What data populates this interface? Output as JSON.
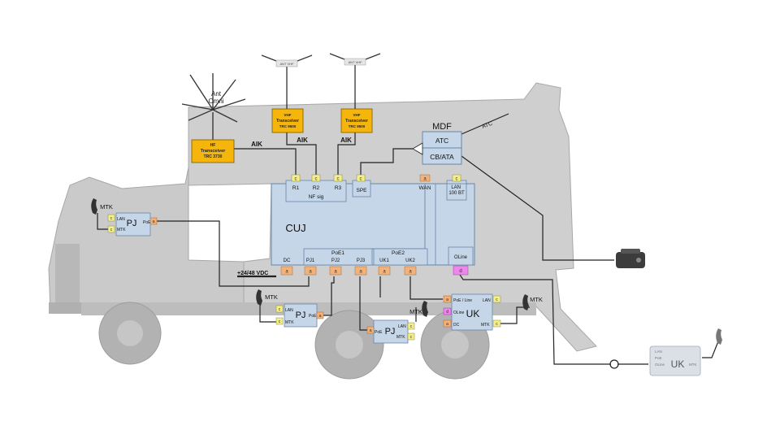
{
  "antennas": {
    "hf": {
      "name_line1": "Ant",
      "name_line2": "Omni"
    },
    "vhf1": {
      "tag": "ANT VHF"
    },
    "vhf2": {
      "tag": "ANT VHF"
    }
  },
  "transceivers": {
    "hf": {
      "line1": "HF",
      "line2": "Transceiver",
      "line3": "TRC 3730"
    },
    "vhf1": {
      "line1": "VHF",
      "line2": "Transceiver",
      "line3": "TRC 9500"
    },
    "vhf2": {
      "line1": "VHF",
      "line2": "Transceiver",
      "line3": "TRC 9500"
    }
  },
  "links": {
    "aik1": "AIK",
    "aik2": "AIK",
    "aik3": "AIK",
    "atc": "ATC",
    "power": "+24/48 VDC"
  },
  "mdf": {
    "title": "MDF",
    "atc": "ATC",
    "cbata": "CB/ATA"
  },
  "cuj": {
    "title": "CUJ",
    "ports_top": [
      "R1",
      "R2",
      "R3"
    ],
    "nfsig": "NF sig",
    "spe": "SPE",
    "wan": "WAN",
    "lan100": "LAN\n100 BT",
    "poe1": "PoE1",
    "poe2": "PoE2",
    "ports_bottom": [
      "DC",
      "PJ1",
      "PJ2",
      "PJ3",
      "UK1",
      "UK2"
    ],
    "oline": "OLine"
  },
  "conn": {
    "a": "a",
    "c": "c",
    "d": "d"
  },
  "pj_units": [
    {
      "name": "PJ",
      "poe": "PoE",
      "lan": "LAN",
      "mtk": "MTK",
      "ext": "MTK"
    },
    {
      "name": "PJ",
      "poe": "PoE",
      "lan": "LAN",
      "mtk": "MTK",
      "ext": "MTK"
    },
    {
      "name": "PJ",
      "poe": "PoE",
      "lan": "LAN",
      "mtk": "MTK",
      "ext": "MTK"
    }
  ],
  "uk": {
    "name": "UK",
    "poe_line": "PoE / Line",
    "oline": "OLine",
    "dc": "DC",
    "lan": "LAN",
    "mtk": "MTK",
    "ext": "MTK"
  },
  "uk_remote": {
    "name": "UK",
    "labels": [
      "LAN",
      "PoE",
      "OLine",
      "MTK"
    ]
  },
  "colors": {
    "truck": "#cfcfcf",
    "truck_dark": "#a8a8a8",
    "cuj_fill": "#c4d6e8",
    "cuj_stroke": "#6a87a8",
    "transceiver": "#f5b50a",
    "port_yellow": "#f3ef8c",
    "port_orange": "#f2b27a",
    "port_pink": "#ee86ee"
  }
}
